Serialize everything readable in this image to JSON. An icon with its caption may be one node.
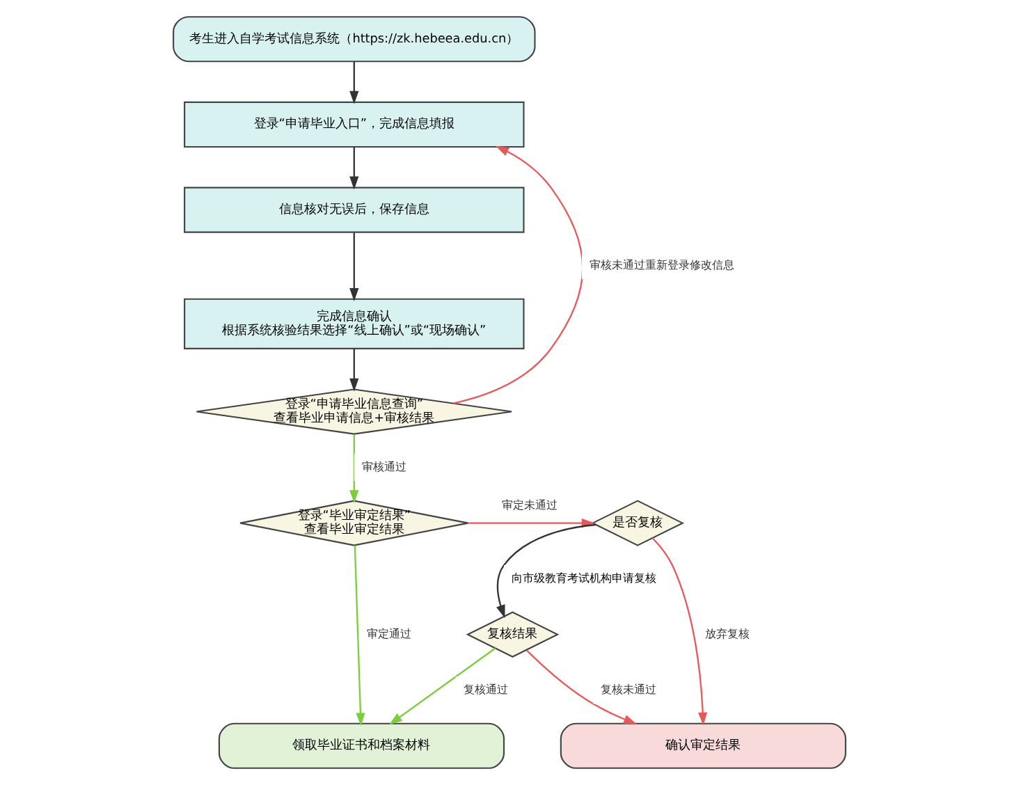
{
  "diagram": {
    "nodes": [
      {
        "text": [
          "考生进入自学考试信息系统（https://zk.hebeea.edu.cn）"
        ]
      },
      {
        "text": [
          "登录“申请毕业入口”，完成信息填报"
        ]
      },
      {
        "text": [
          "信息核对无误后，保存信息"
        ]
      },
      {
        "text": [
          "完成信息确认",
          "根据系统核验结果选择“线上确认”或“现场确认”"
        ]
      },
      {
        "text": [
          "登录“申请毕业信息查询”",
          "查看毕业申请信息+审核结果"
        ]
      },
      {
        "text": [
          "登录“毕业审定结果”",
          "查看毕业审定结果"
        ]
      },
      {
        "text": [
          "领取毕业证书和档案材料"
        ]
      },
      {
        "text": [
          "是否复核"
        ]
      },
      {
        "text": [
          "复核结果"
        ]
      },
      {
        "text": [
          "确认审定结果"
        ]
      }
    ],
    "edges": [
      {
        "from": 0,
        "to": 1,
        "arrow": "to"
      },
      {
        "from": 1,
        "to": 2,
        "arrow": "to"
      },
      {
        "from": 2,
        "to": 3,
        "arrow": "to"
      },
      {
        "from": 3,
        "to": 4,
        "arrow": "to"
      },
      {
        "from": 4,
        "to": 1,
        "arrow": "to",
        "label": "审核未通过重新登录修改信息",
        "color": "#e8585a"
      },
      {
        "from": 4,
        "to": 5,
        "arrow": "to",
        "label": "审核通过",
        "color": "#7ccd3c"
      },
      {
        "from": 5,
        "to": 6,
        "arrow": "to",
        "label": "审定通过",
        "color": "#7ccd3c"
      },
      {
        "from": 5,
        "to": 7,
        "arrow": "to",
        "label": "审定未通过",
        "color": "#e8585a"
      },
      {
        "from": 7,
        "to": 8,
        "arrow": "to",
        "label": "向市级教育考试机构申请复核"
      },
      {
        "from": 7,
        "to": 9,
        "arrow": "to",
        "label": "放弃复核",
        "color": "#e8585a"
      },
      {
        "from": 8,
        "to": 6,
        "arrow": "to",
        "label": "复核通过",
        "color": "#7ccd3c"
      },
      {
        "from": 8,
        "to": 9,
        "arrow": "to",
        "label": "复核未通过",
        "color": "#e8585a"
      }
    ]
  }
}
